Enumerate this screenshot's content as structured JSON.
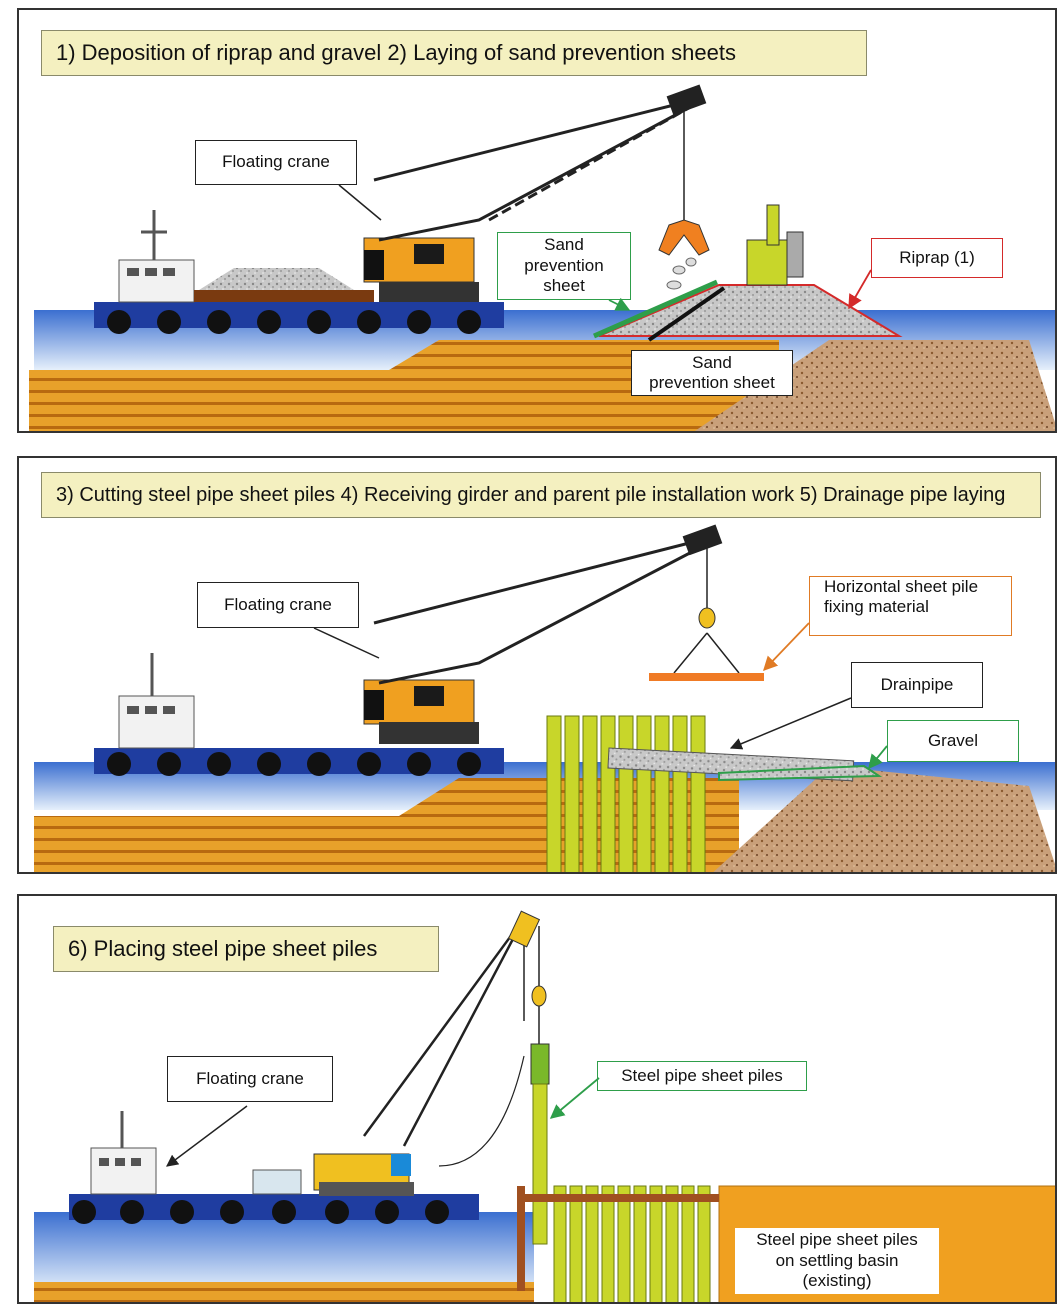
{
  "panel1": {
    "title": "1) Deposition of riprap and gravel   2) Laying of sand prevention sheets",
    "floating_crane": "Floating crane",
    "sand_sheet_green_line1": "Sand",
    "sand_sheet_green_line2": "prevention",
    "sand_sheet_green_line3": "sheet",
    "riprap": "Riprap (1)",
    "sand_sheet_black_line1": "Sand",
    "sand_sheet_black_line2": "prevention sheet"
  },
  "panel2": {
    "title": "3) Cutting steel pipe sheet piles   4) Receiving girder and parent pile installation work   5) Drainage pipe laying",
    "floating_crane": "Floating crane",
    "horizontal_line1": "Horizontal sheet pile",
    "horizontal_line2": "fixing material",
    "drainpipe": "Drainpipe",
    "gravel": "Gravel"
  },
  "panel3": {
    "title": "6) Placing steel pipe sheet piles",
    "floating_crane": "Floating crane",
    "steel_piles": "Steel pipe sheet piles",
    "existing_line1": "Steel pipe sheet piles",
    "existing_line2": "on settling basin",
    "existing_line3": "(existing)"
  },
  "colors": {
    "water": "#3b6fd0",
    "seabed": "#e8a12a",
    "barge": "#1f3da0",
    "crane": "#f0a020",
    "pile": "#c8d62a",
    "rubble": "#c9a07a",
    "green_label": "#2e9e4a",
    "red_label": "#d42a2a",
    "orange_label": "#e07b25"
  }
}
